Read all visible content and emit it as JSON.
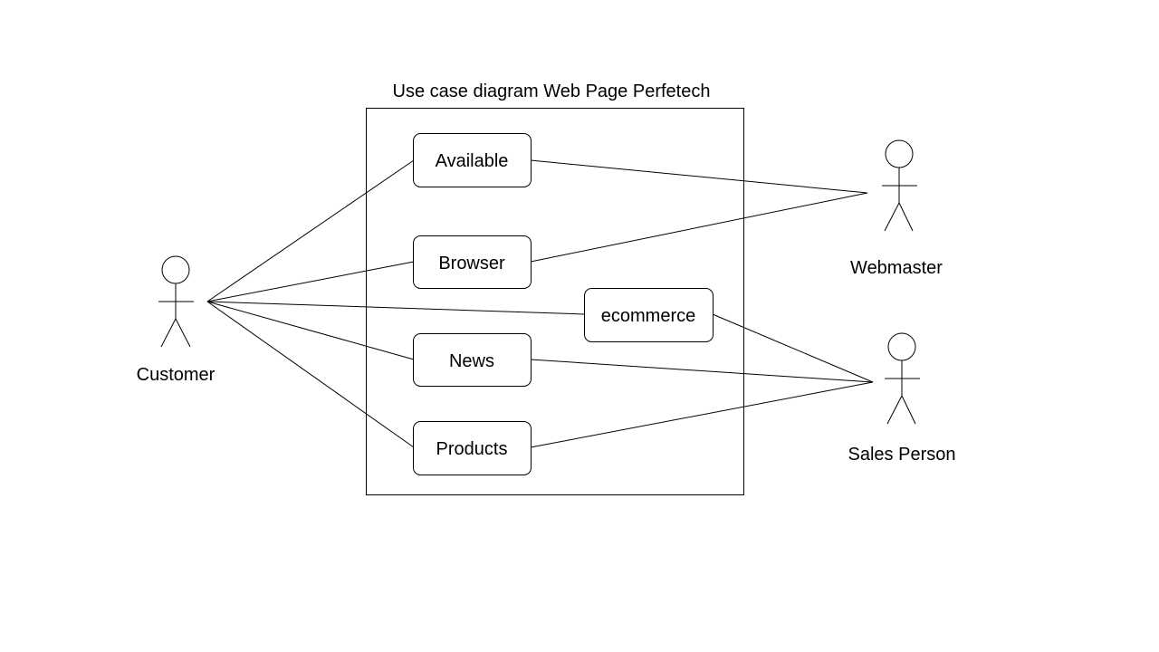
{
  "diagram": {
    "title": "Use case diagram Web Page Perfetech",
    "actors": {
      "customer": "Customer",
      "webmaster": "Webmaster",
      "sales_person": "Sales Person"
    },
    "use_cases": {
      "available": "Available",
      "browser": "Browser",
      "ecommerce": "ecommerce",
      "news": "News",
      "products": "Products"
    },
    "associations": [
      {
        "actor": "customer",
        "use_case": "available"
      },
      {
        "actor": "customer",
        "use_case": "browser"
      },
      {
        "actor": "customer",
        "use_case": "ecommerce"
      },
      {
        "actor": "customer",
        "use_case": "news"
      },
      {
        "actor": "customer",
        "use_case": "products"
      },
      {
        "actor": "webmaster",
        "use_case": "available"
      },
      {
        "actor": "webmaster",
        "use_case": "browser"
      },
      {
        "actor": "sales_person",
        "use_case": "ecommerce"
      },
      {
        "actor": "sales_person",
        "use_case": "news"
      },
      {
        "actor": "sales_person",
        "use_case": "products"
      }
    ]
  }
}
